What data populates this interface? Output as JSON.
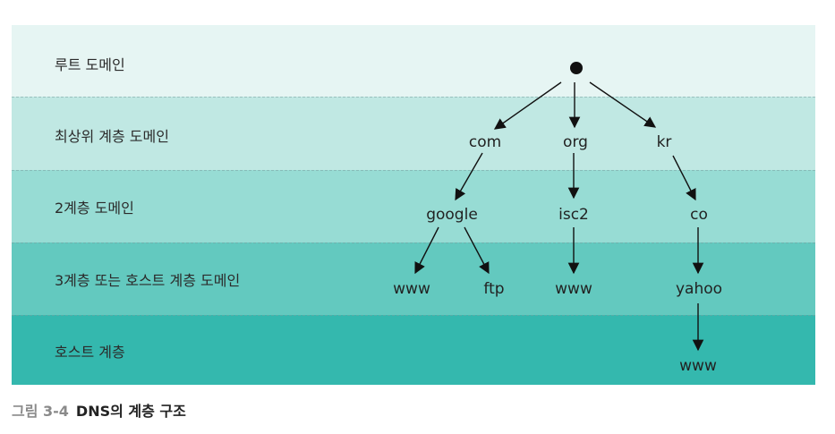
{
  "colors": {
    "band_root": "#e6f5f3",
    "band_tld": "#c0e8e3",
    "band_second": "#97dcd4",
    "band_third": "#63c9bf",
    "band_host": "#34b8ae",
    "line": "#111111"
  },
  "levels": [
    {
      "label": "루트 도메인"
    },
    {
      "label": "최상위 계층 도메인"
    },
    {
      "label": "2계층 도메인"
    },
    {
      "label": "3계층 또는 호스트 계층 도메인"
    },
    {
      "label": "호스트 계층"
    }
  ],
  "nodes": {
    "com": "com",
    "org": "org",
    "kr": "kr",
    "google": "google",
    "isc2": "isc2",
    "co": "co",
    "www1": "www",
    "ftp": "ftp",
    "www2": "www",
    "yahoo": "yahoo",
    "www3": "www"
  },
  "caption": {
    "number": "그림 3-4",
    "title": "DNS의 계층 구조"
  }
}
